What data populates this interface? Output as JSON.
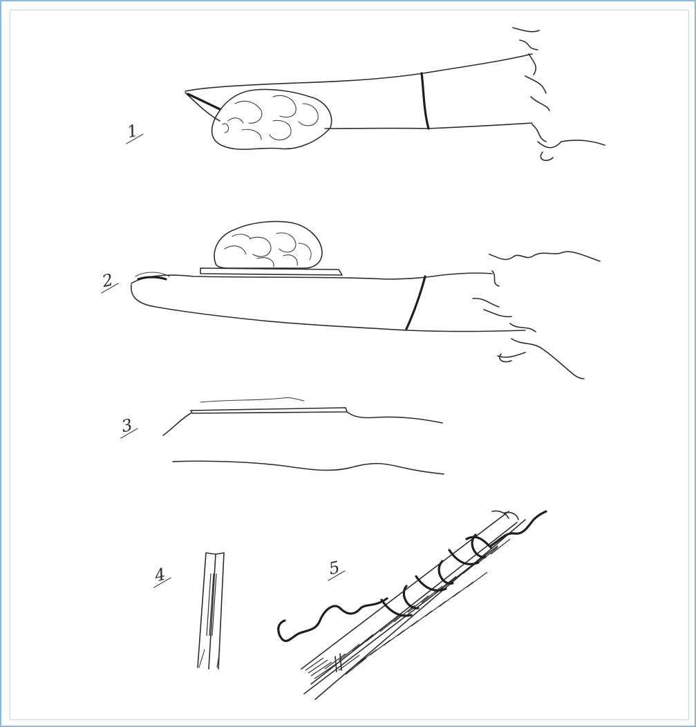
{
  "figure": {
    "labels": [
      "1",
      "2",
      "3",
      "4",
      "5"
    ]
  },
  "colors": {
    "frame": "#8fb8d8",
    "ink": "#2b2b2b",
    "background": "#ffffff"
  }
}
